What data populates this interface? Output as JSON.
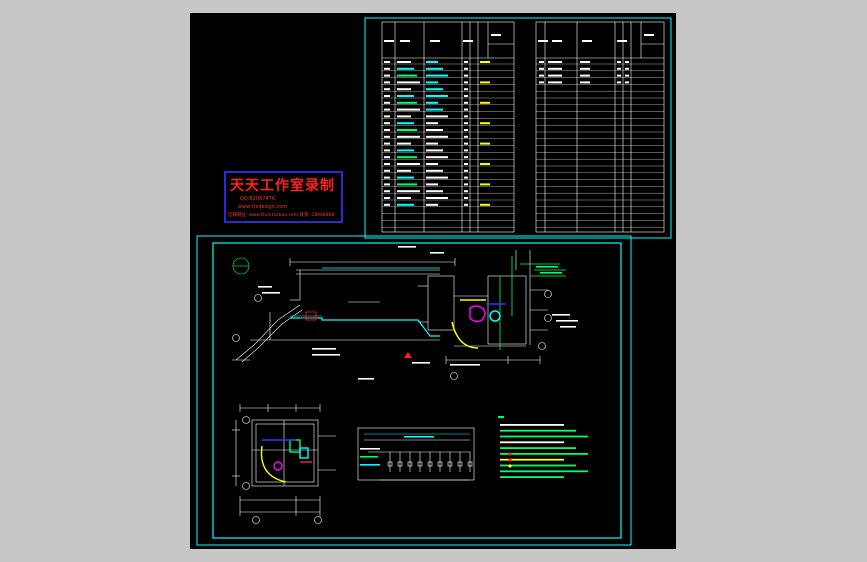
{
  "watermark": {
    "title": "天天工作室录制",
    "line1": "QQ:82087476",
    "line2": "www.ttxdesign.com",
    "line3": "店铺网址: www.ttxd.taobao.com 联系: 18008888"
  },
  "colors": {
    "canvas": "#c7c7c7",
    "sheet": "#000000",
    "frame": "#00ffff",
    "line": "#ffffff",
    "accent_green": "#00ff66",
    "accent_yellow": "#ffff00",
    "accent_red": "#ff2020",
    "accent_blue": "#3333ff"
  }
}
